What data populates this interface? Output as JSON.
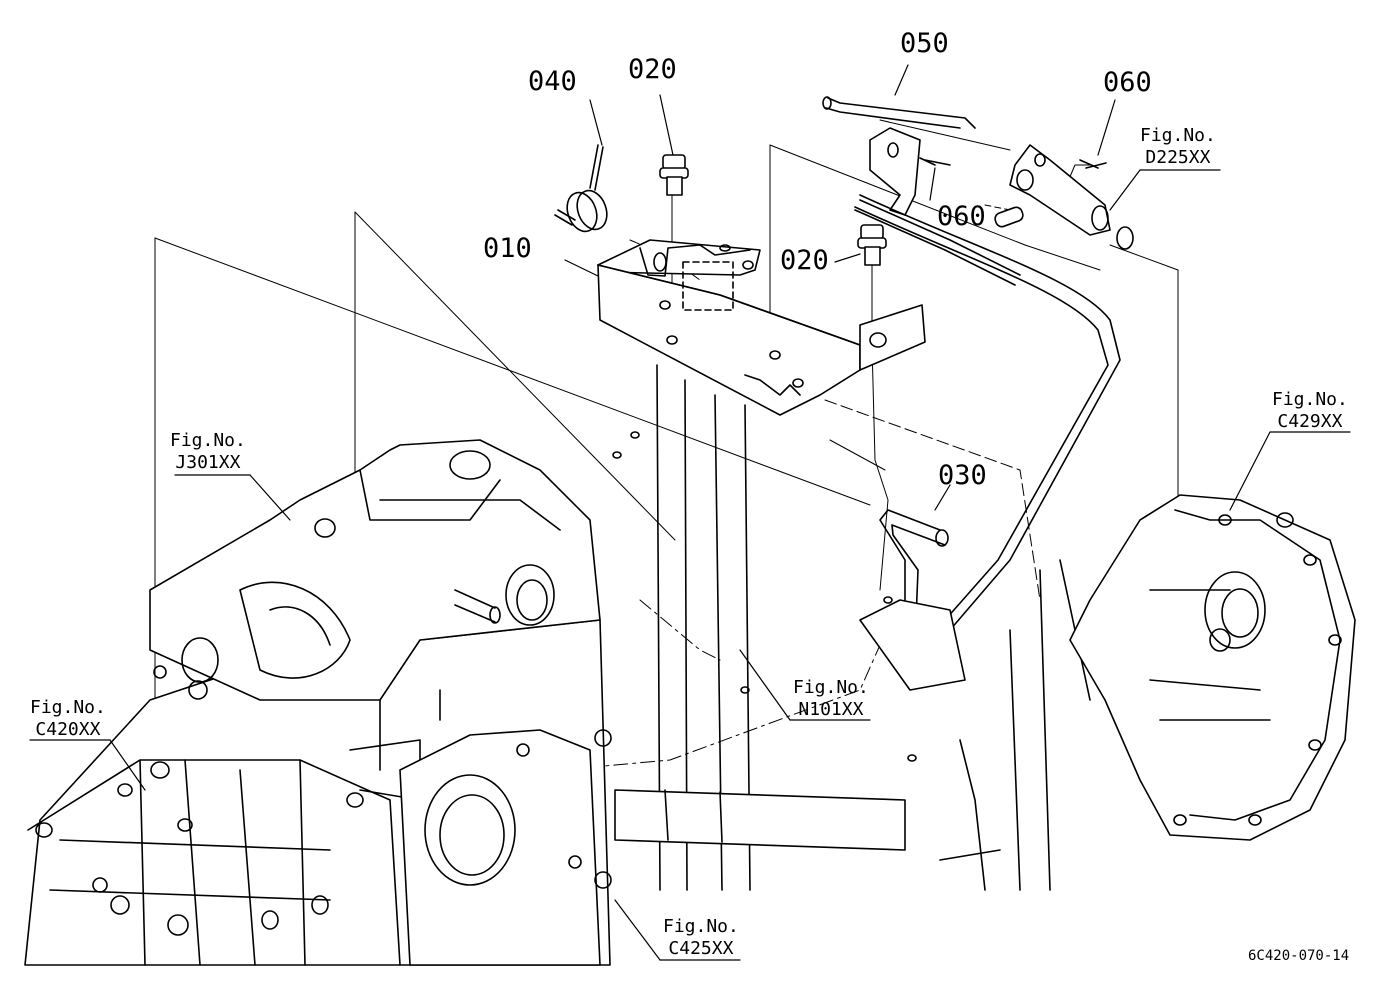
{
  "part_callouts": [
    {
      "id": "c010",
      "text": "010"
    },
    {
      "id": "c020a",
      "text": "020"
    },
    {
      "id": "c020b",
      "text": "020"
    },
    {
      "id": "c030",
      "text": "030"
    },
    {
      "id": "c040",
      "text": "040"
    },
    {
      "id": "c050",
      "text": "050"
    },
    {
      "id": "c060a",
      "text": "060"
    },
    {
      "id": "c060b",
      "text": "060"
    }
  ],
  "figure_refs": [
    {
      "id": "j301",
      "label": "Fig.No.",
      "code": "J301XX"
    },
    {
      "id": "c420",
      "label": "Fig.No.",
      "code": "C420XX"
    },
    {
      "id": "n101",
      "label": "Fig.No.",
      "code": "N101XX"
    },
    {
      "id": "c425",
      "label": "Fig.No.",
      "code": "C425XX"
    },
    {
      "id": "c429",
      "label": "Fig.No.",
      "code": "C429XX"
    },
    {
      "id": "d225",
      "label": "Fig.No.",
      "code": "D225XX"
    }
  ],
  "drawing_number": "6C420-070-14",
  "colors": {
    "line": "#000000",
    "background": "#ffffff"
  }
}
